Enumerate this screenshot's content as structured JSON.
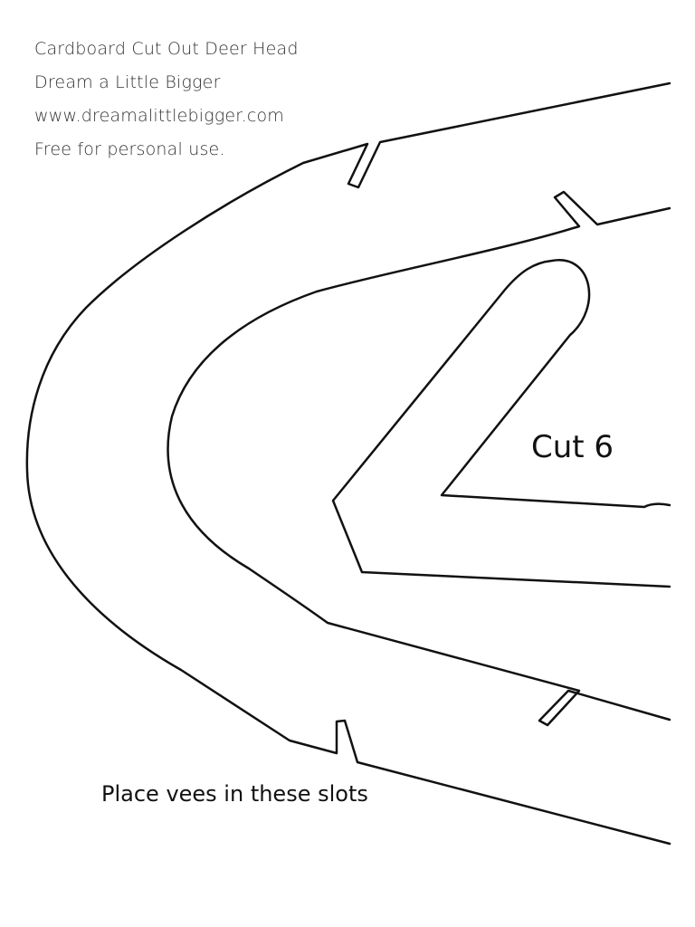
{
  "header": {
    "lines": [
      "Cardboard Cut Out Deer Head",
      "Dream a Little Bigger",
      "www.dreamalittlebigger.com",
      "Free for personal use."
    ]
  },
  "template": {
    "cut_label": "Cut 6",
    "slot_note": "Place vees in these slots",
    "stroke_color": "#111111"
  }
}
